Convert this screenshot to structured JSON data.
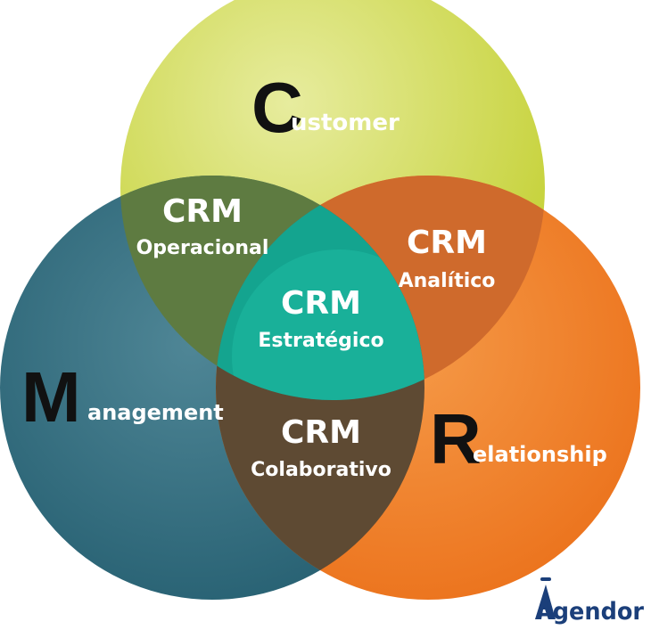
{
  "circles": {
    "customer": {
      "initial": "C",
      "rest": "ustomer",
      "color": "#c9d646"
    },
    "management": {
      "initial": "M",
      "rest": "anagement",
      "color": "#2b6a7c"
    },
    "relationship": {
      "initial": "R",
      "rest": "elationship",
      "color": "#ef7b22"
    }
  },
  "regions": {
    "operacional": {
      "title": "CRM",
      "subtitle": "Operacional"
    },
    "analitico": {
      "title": "CRM",
      "subtitle": "Analítico"
    },
    "colaborativo": {
      "title": "CRM",
      "subtitle": "Colaborativo"
    },
    "estrategico": {
      "title": "CRM",
      "subtitle": "Estratégico"
    }
  },
  "logo": {
    "text": "Agendor",
    "color": "#1b3f7a"
  }
}
